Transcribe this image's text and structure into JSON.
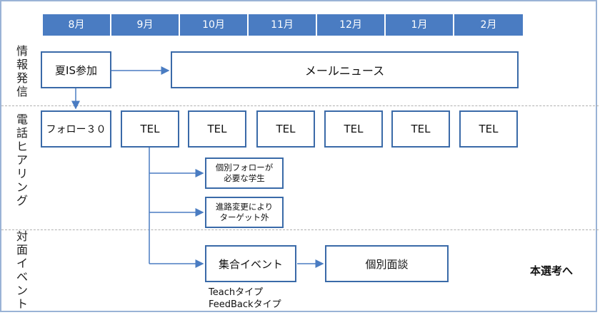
{
  "months": [
    "8月",
    "9月",
    "10月",
    "11月",
    "12月",
    "1月",
    "2月"
  ],
  "lanes": {
    "info": "情報発信",
    "phone": "電話ヒアリング",
    "event": "対面イベント"
  },
  "boxes": {
    "summer_is": "夏IS参加",
    "mail_news": "メールニュース",
    "follow30": "フォロー３０",
    "tel": "TEL",
    "individual_follow": "個別フォローが\n必要な学生",
    "career_change": "進路変更により\nターゲット外",
    "group_event": "集合イベント",
    "individual_interview": "個別面談"
  },
  "event_types": {
    "teach": "Teachタイプ",
    "feedback": "FeedBackタイプ"
  },
  "next_step": "本選考へ",
  "colors": {
    "header": "#4a7cc2",
    "box_border": "#3a6aa8",
    "arrow": "#4a7cc2"
  }
}
